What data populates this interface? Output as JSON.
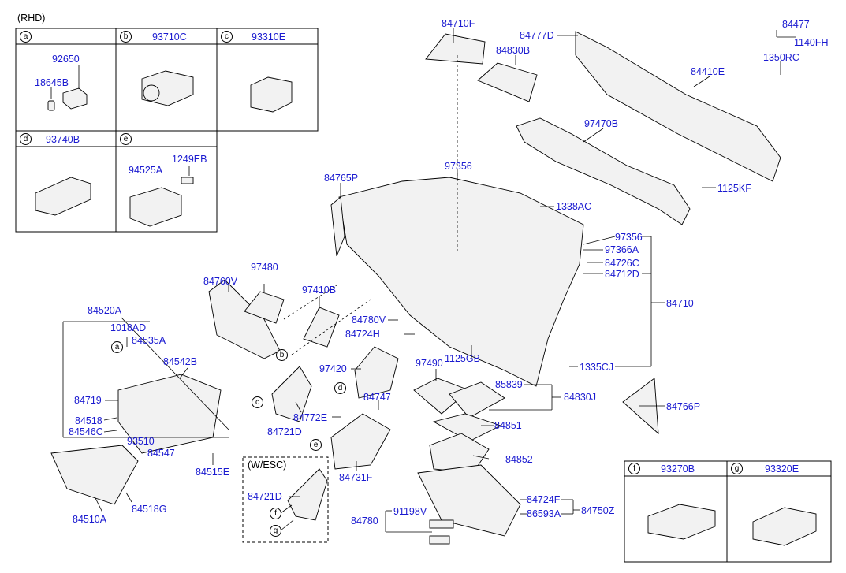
{
  "header": {
    "variant": "(RHD)"
  },
  "boxes": {
    "a": {
      "letter": "a",
      "parts": [
        "92650",
        "18645B"
      ]
    },
    "b": {
      "letter": "b",
      "part": "93710C"
    },
    "c": {
      "letter": "c",
      "part": "93310E"
    },
    "d": {
      "letter": "d",
      "part": "93740B"
    },
    "e": {
      "letter": "e",
      "parts": [
        "94525A",
        "1249EB"
      ]
    },
    "f": {
      "letter": "f",
      "part": "93270B"
    },
    "g": {
      "letter": "g",
      "part": "93320E"
    }
  },
  "esc": {
    "title": "(W/ESC)",
    "part": "84721D",
    "callouts": [
      "f",
      "g"
    ]
  },
  "parts": {
    "p84710F": "84710F",
    "p84830B": "84830B",
    "p84777D": "84777D",
    "p84477": "84477",
    "p1140FH": "1140FH",
    "p1350RC": "1350RC",
    "p84410E": "84410E",
    "p97470B": "97470B",
    "p97356a": "97356",
    "p1125KF": "1125KF",
    "p84765P": "84765P",
    "p1338AC": "1338AC",
    "p97356b": "97356",
    "p97366A": "97366A",
    "p84726C": "84726C",
    "p84712D": "84712D",
    "p84710": "84710",
    "p97480": "97480",
    "p84760V": "84760V",
    "p97410B": "97410B",
    "p84780V": "84780V",
    "p84724H": "84724H",
    "p1125GB": "1125GB",
    "p1335CJ": "1335CJ",
    "p84520A": "84520A",
    "p1018AD": "1018AD",
    "p84535A": "84535A",
    "p84542B": "84542B",
    "p84719": "84719",
    "p84518": "84518",
    "p84546C": "84546C",
    "p93510": "93510",
    "p84547": "84547",
    "p84515E": "84515E",
    "p84510A": "84510A",
    "p84518G": "84518G",
    "p97420": "97420",
    "p84747": "84747",
    "p97490": "97490",
    "p85839": "85839",
    "p84830J": "84830J",
    "p84772E": "84772E",
    "p84721D": "84721D",
    "p84851": "84851",
    "p84766P": "84766P",
    "p84731F": "84731F",
    "p84852": "84852",
    "p84724F": "84724F",
    "p84750Z": "84750Z",
    "p86593A": "86593A",
    "p84780": "84780",
    "p91198V": "91198V"
  },
  "callouts": {
    "a": "a",
    "b": "b",
    "c": "c",
    "d": "d",
    "e": "e"
  }
}
